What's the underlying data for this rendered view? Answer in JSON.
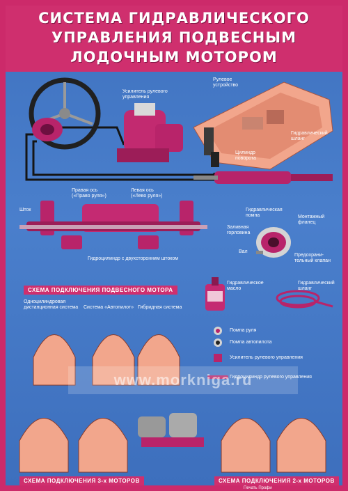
{
  "title": {
    "line1": "СИСТЕМА ГИДРАВЛИЧЕСКОГО",
    "line2": "УПРАВЛЕНИЯ ПОДВЕСНЫМ",
    "line3": "ЛОДОЧНЫМ МОТОРОМ"
  },
  "labels": {
    "steering_device": "Рулевое\nустройство",
    "steering_amplifier": "Усилитель рулевого\nуправления",
    "hydraulic_hose_top": "Гидравлический\nшланг",
    "turning_cylinder": "Цилиндр\nповорота",
    "right_axis": "Правая ось\n(«Право руля»)",
    "left_axis": "Левая ось\n(«Лево руля»)",
    "rod": "Шток",
    "double_rod_cylinder": "Гидроцилиндр с двухсторонним штоком",
    "hydraulic_pump": "Гидравлическая\nпомпа",
    "mounting_flange": "Монтажный\nфланец",
    "filler_neck": "Заливная\nгорловина",
    "shaft": "Вал",
    "safety_valve": "Предохрани-\nтельный клапан",
    "hydraulic_oil": "Гидравлическое\nмасло",
    "hydraulic_hose": "Гидравлический\nшланг"
  },
  "sections": {
    "outboard_scheme": "СХЕМА ПОДКЛЮЧЕНИЯ ПОДВЕСНОГО МОТОРА",
    "three_motor_scheme": "СХЕМА ПОДКЛЮЧЕНИЯ 3-х МОТОРОВ",
    "two_motor_scheme": "СХЕМА ПОДКЛЮЧЕНИЯ 2-х МОТОРОВ"
  },
  "systems": {
    "single_cylinder": "Одноцилиндровая\nдистанционная система",
    "autopilot": "Система «Автопилот»",
    "hybrid": "Гибридная система"
  },
  "legend": [
    {
      "label": "Помпа руля",
      "icon": "pump-icon"
    },
    {
      "label": "Помпа автопилота",
      "icon": "autopilot-pump-icon"
    },
    {
      "label": "Усилитель рулевого управления",
      "icon": "amplifier-icon"
    },
    {
      "label": "Гидроцилиндр рулевого управления",
      "icon": "cylinder-icon"
    }
  ],
  "watermark": "www.morkniga.ru",
  "footer": "Печать Профи",
  "colors": {
    "background": "#cc2a6a",
    "poster_blue": "#4a7fcc",
    "magenta_part": "#b8246a",
    "boat_pink": "#f2a68c",
    "hose": "#1a1a1a"
  }
}
